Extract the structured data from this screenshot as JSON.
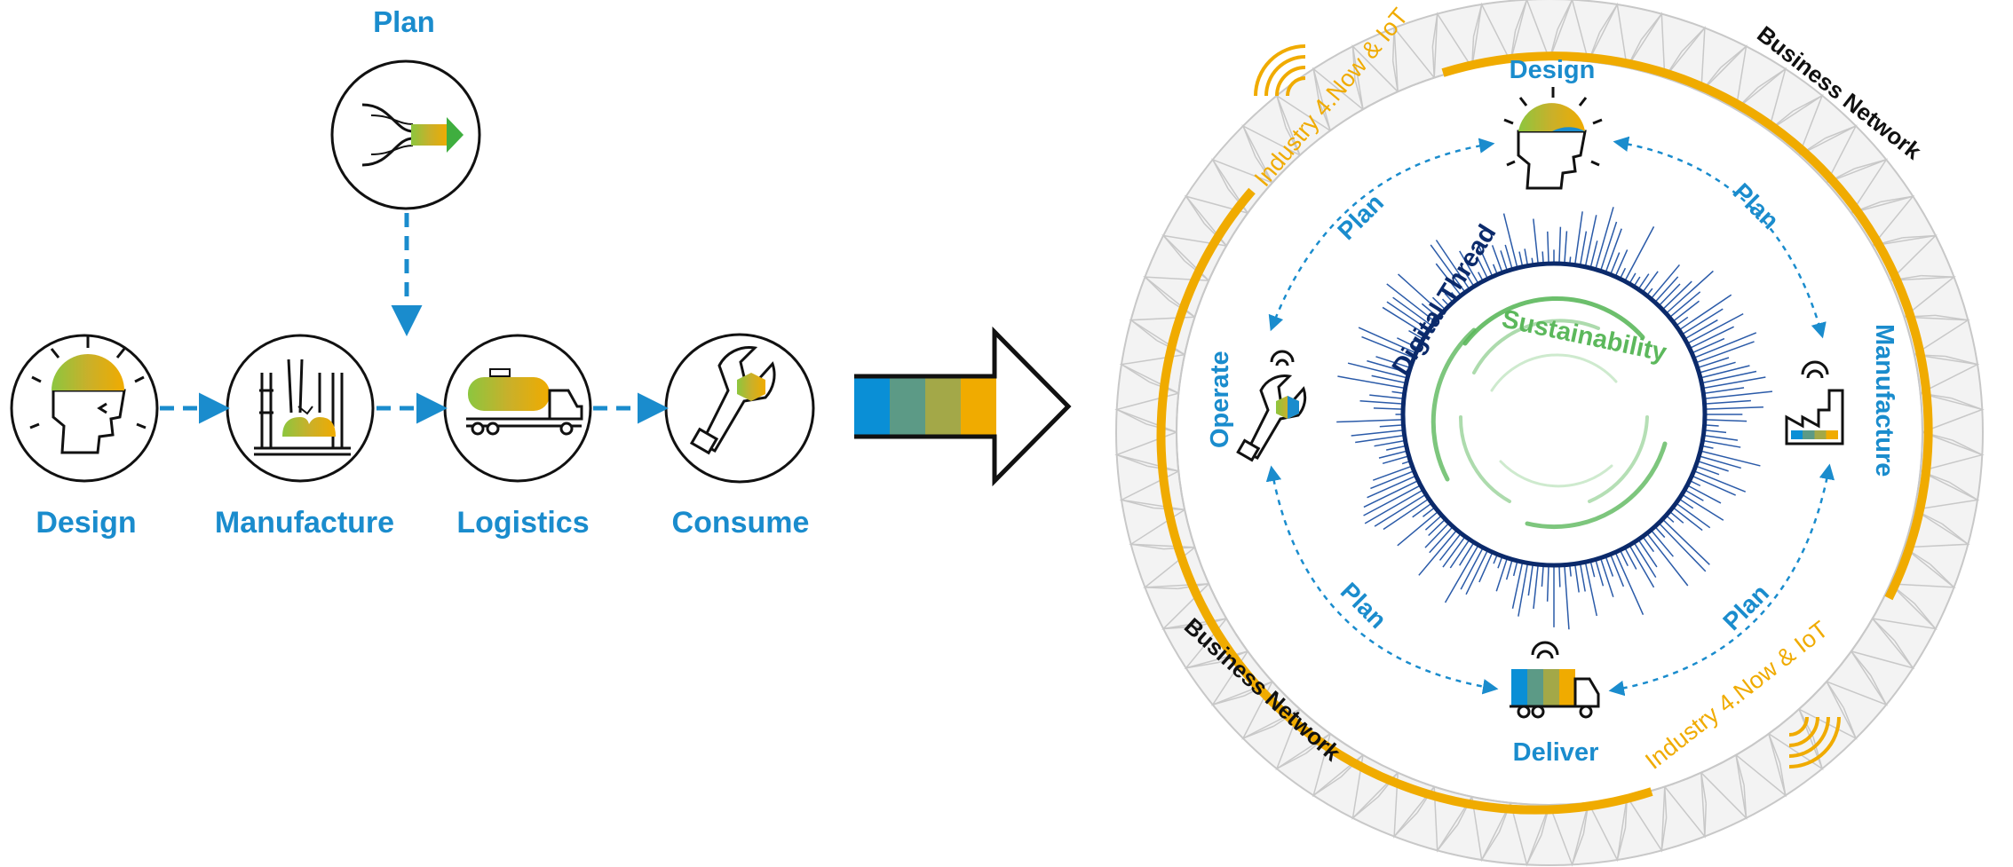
{
  "colors": {
    "blue": "#1a8ccd",
    "navy": "#0b2a6b",
    "orange": "#f0ab00",
    "green": "#5cb85c",
    "black": "#111111",
    "mesh": "#c8c8c8"
  },
  "linear_flow": {
    "plan_label": "Plan",
    "steps": [
      {
        "label": "Design",
        "icon": "head-gear-icon"
      },
      {
        "label": "Manufacture",
        "icon": "factory-icon"
      },
      {
        "label": "Logistics",
        "icon": "tanker-truck-icon"
      },
      {
        "label": "Consume",
        "icon": "wrench-icon"
      }
    ],
    "plan_icon": "merge-arrow-icon"
  },
  "transition_icon": "striped-arrow-icon",
  "cycle": {
    "nodes": {
      "design": "Design",
      "manufacture": "Manufacture",
      "deliver": "Deliver",
      "operate": "Operate"
    },
    "plan_labels": [
      "Plan",
      "Plan",
      "Plan",
      "Plan"
    ],
    "inner_labels": {
      "digital_thread": "Digital Thread",
      "sustainability": "Sustainability"
    },
    "ring_labels": {
      "business_network_top": "Business Network",
      "business_network_bottom": "Business Network",
      "industry_top": "Industry 4.Now & IoT",
      "industry_bottom": "Industry 4.Now & IoT"
    }
  }
}
